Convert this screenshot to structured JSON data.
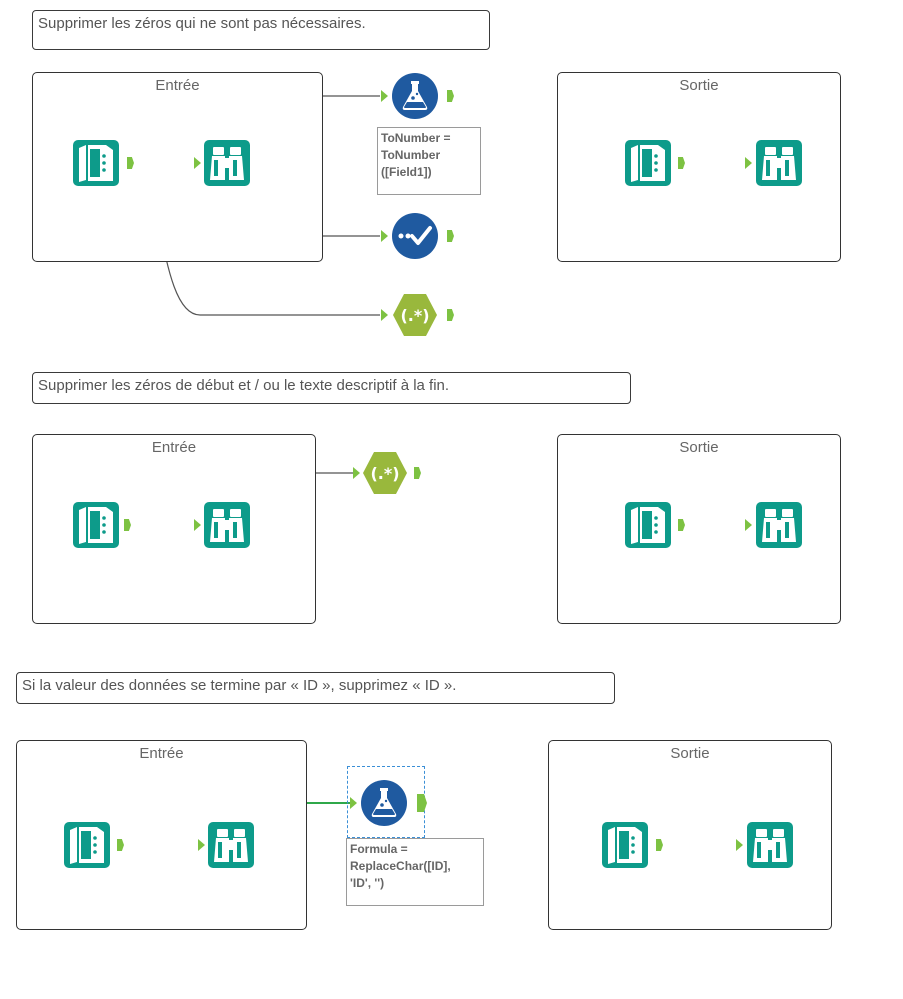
{
  "comments": {
    "c1": "Supprimer les zéros qui ne sont pas nécessaires.",
    "c2": "Supprimer les zéros de début et / ou le texte descriptif à la fin.",
    "c3": "Si la valeur des données se termine par « ID », supprimez « ID »."
  },
  "containers": {
    "input_title": "Entrée",
    "output_title": "Sortie"
  },
  "annotations": {
    "tonumber": "ToNumber =\nToNumber\n([Field1])",
    "formula": "Formula =\nReplaceChar([ID],\n'ID', '')"
  },
  "icons": {
    "input": "book-input-icon",
    "browse": "binoculars-browse-icon",
    "formula": "flask-formula-icon",
    "filter": "checkmark-filter-icon",
    "regex": "regex-hexagon-icon"
  },
  "colors": {
    "teal": "#0d9b8a",
    "navy": "#1f5aa0",
    "olive": "#99b83c",
    "anchor": "#7dc242",
    "selected_wire": "#2fa84a"
  }
}
